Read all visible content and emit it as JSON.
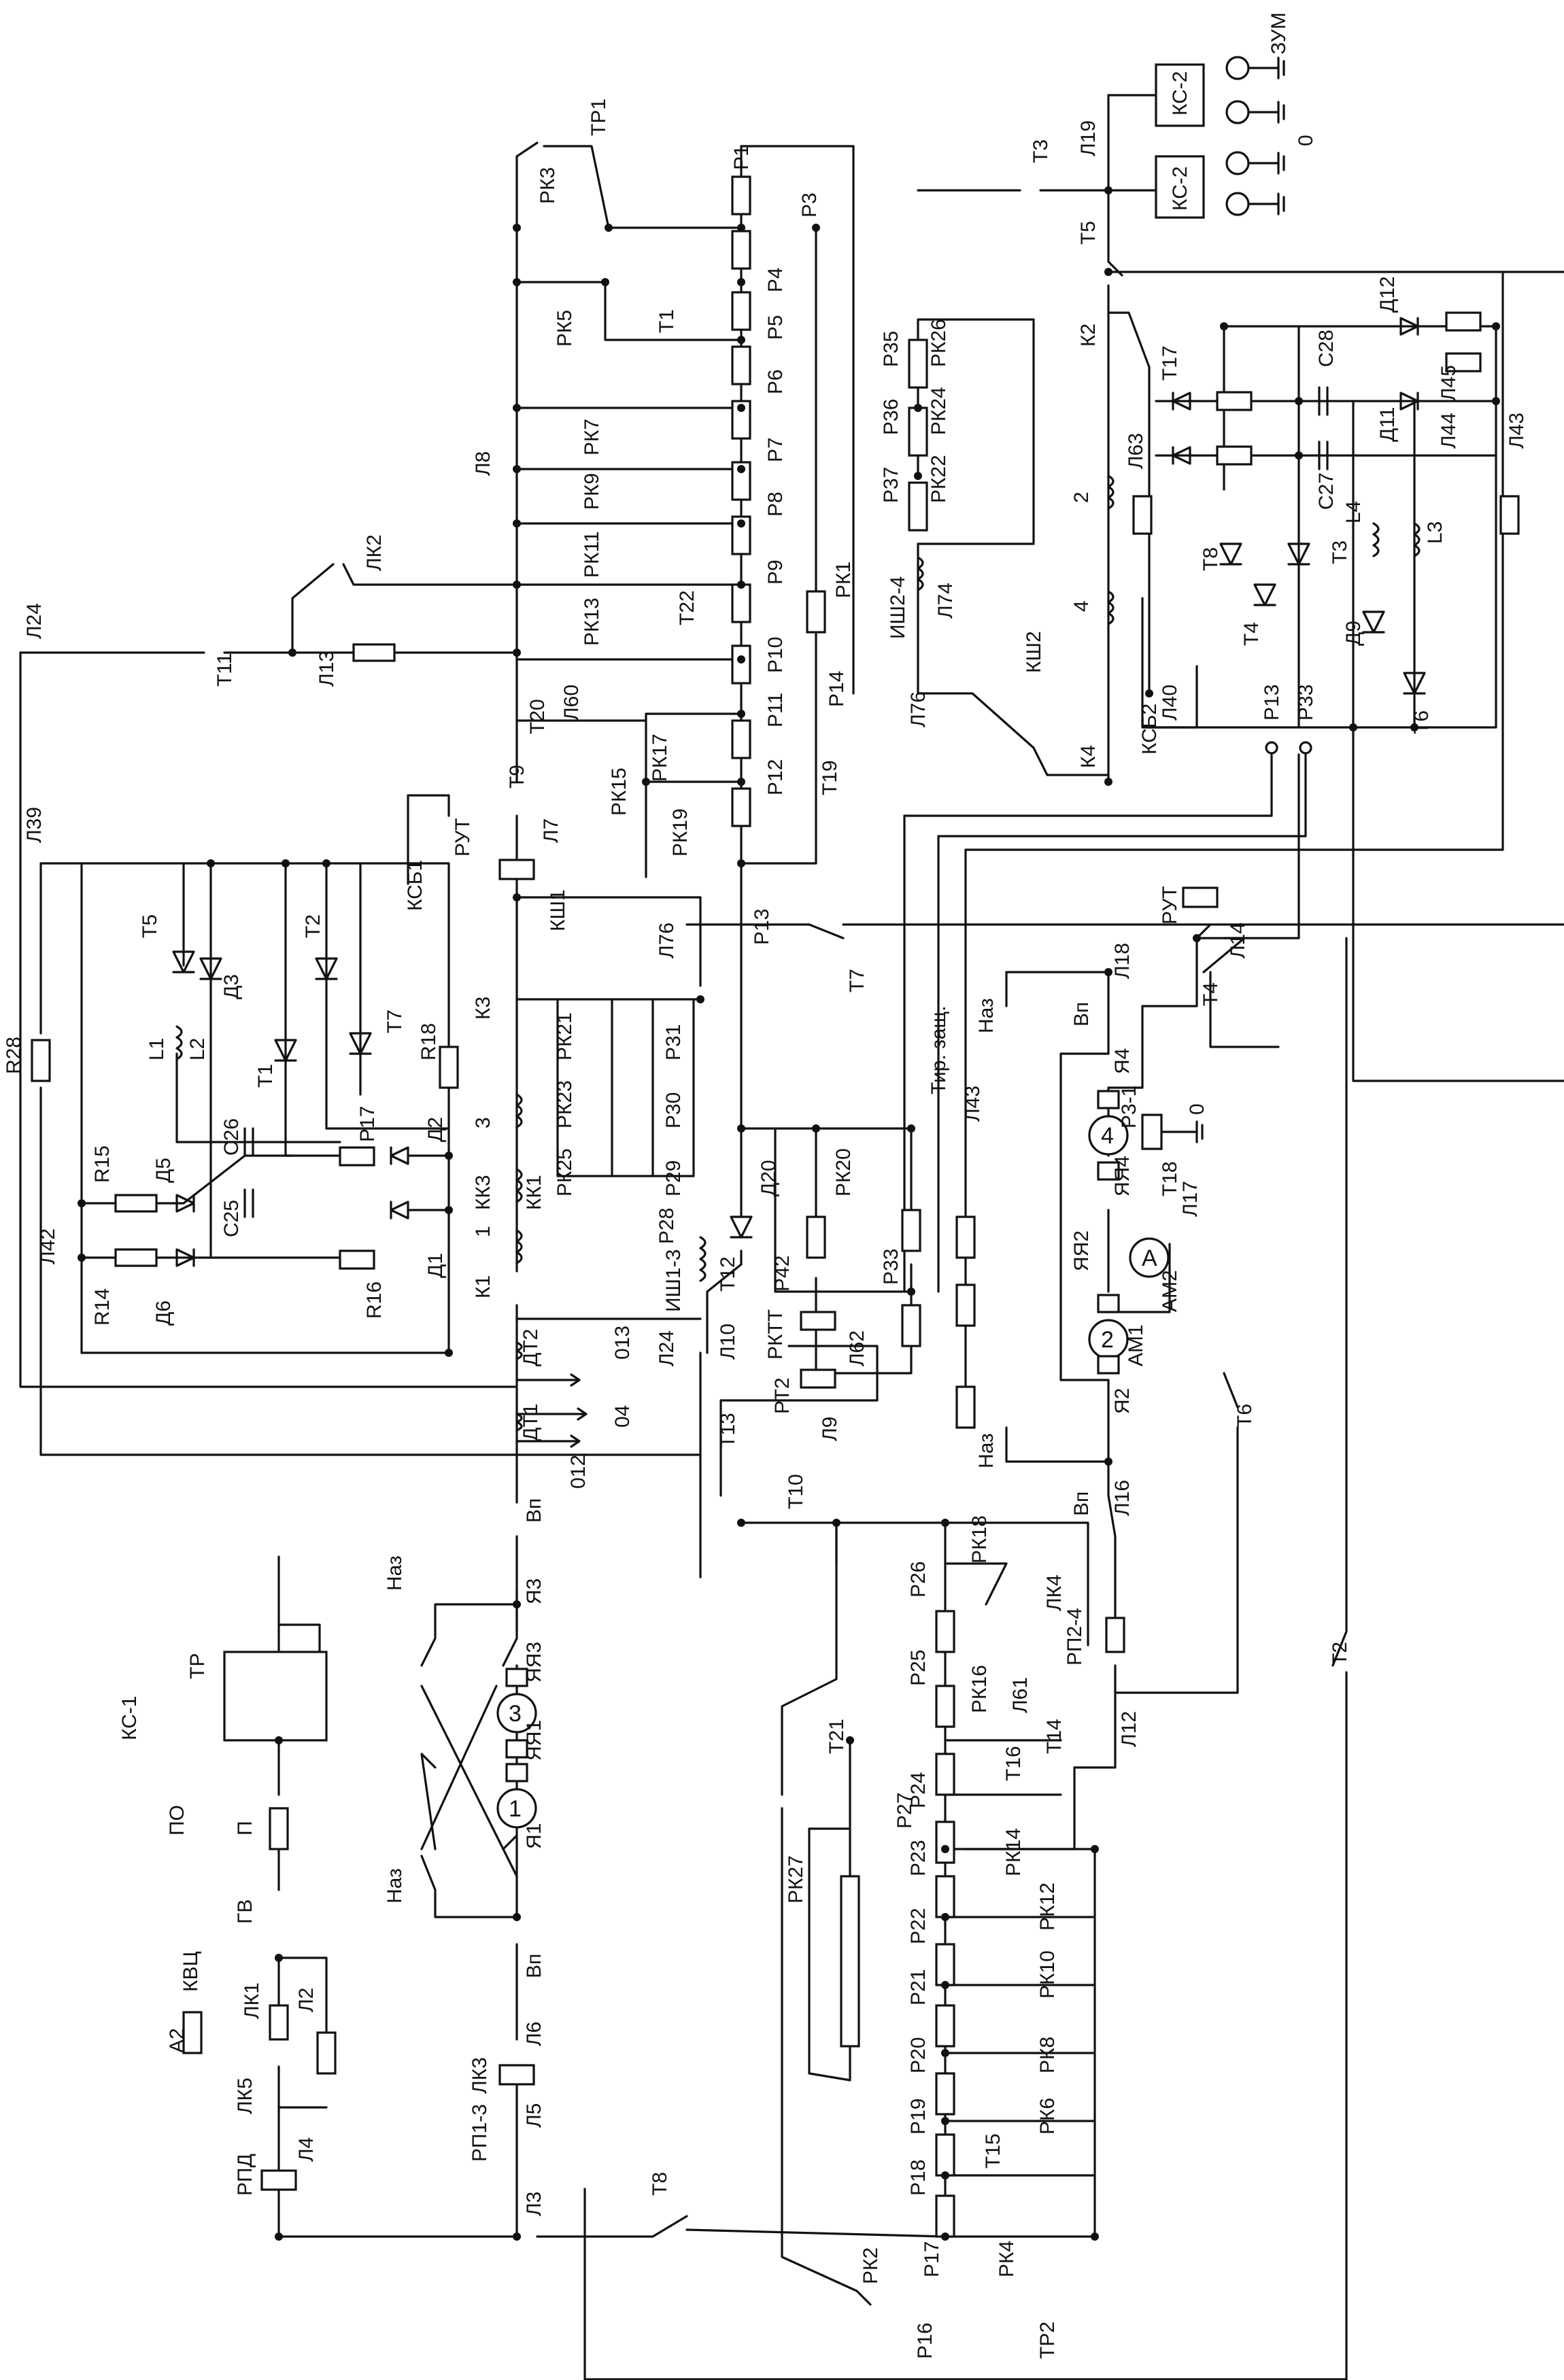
{
  "labels": {
    "ksc1": "КС-1",
    "tr_left": "ТР",
    "po": "ПО",
    "p": "П",
    "gv": "ГВ",
    "kvc": "КВЦ",
    "a2": "А2",
    "lk1": "ЛК1",
    "l2": "Л2",
    "lk5": "ЛК5",
    "rpd": "РПД",
    "l4": "Л4",
    "nas1": "Наз",
    "nas2": "Наз",
    "vp1": "Вп",
    "vp2": "Вп",
    "ya1": "Я1",
    "ya3": "Я3",
    "yay1": "ЯЯ1",
    "yay3": "ЯЯ3",
    "l6": "Л6",
    "lk3": "ЛК3",
    "l5": "Л5",
    "rp13": "РП1-3",
    "l3": "Л3",
    "t8": "Т8",
    "o12": "012",
    "dt1": "ДТ1",
    "o4": "04",
    "dt2": "ДТ2",
    "o13": "013",
    "l24b": "Л24",
    "k1": "К1",
    "one": "1",
    "kk1": "КК1",
    "kk3": "КК3",
    "three": "3",
    "k3": "К3",
    "ksb1": "КСБ1",
    "rut1": "РУТ",
    "ksh1": "КШ1",
    "l7": "Л7",
    "t9": "Т9",
    "t20": "Т20",
    "l60": "Л60",
    "l8": "Л8",
    "l13": "Л13",
    "t11": "Т11",
    "lk2": "ЛК2",
    "l24": "Л24",
    "l39": "Л39",
    "r28": "R28",
    "l42": "Л42",
    "r14": "R14",
    "d6": "Д6",
    "r15": "R15",
    "d5": "Д5",
    "c25": "C25",
    "c26": "C26",
    "l1": "L1",
    "l2c": "L2",
    "t5": "Т5",
    "d3": "Д3",
    "t1": "Т1",
    "t2": "Т2",
    "t7": "Т7",
    "r16": "R16",
    "r17": "Р17",
    "d1": "Д1",
    "d2": "Д2",
    "r18": "R18",
    "rk3": "РК3",
    "tr1": "ТР1",
    "rk5": "РК5",
    "rk7": "РК7",
    "rk9": "РК9",
    "rk11": "РК11",
    "rk13": "РК13",
    "rk15": "РК15",
    "rk17": "РК17",
    "rk19": "РК19",
    "t22": "Т22",
    "tt1": "Т1",
    "r1": "Р1",
    "r3": "Р3",
    "r4": "Р4",
    "r5": "Р5",
    "r6": "Р6",
    "r7": "Р7",
    "r8": "Р8",
    "r9": "Р9",
    "r10": "Р10",
    "r11": "Р11",
    "r12": "Р12",
    "r13": "Р13",
    "r14b": "Р14",
    "rk1": "РК1",
    "t19": "Т19",
    "l76": "Л76",
    "rk21": "РК21",
    "rk23": "РК23",
    "rk25": "РК25",
    "r31": "Р31",
    "r30": "Р30",
    "r29": "Р29",
    "ish13": "ИШ1-3",
    "r28b": "Р28",
    "d20": "Д20",
    "rk20": "РК20",
    "t12": "Т12",
    "l10": "Л10",
    "rktt": "РКТТ",
    "r42": "Р42",
    "r33": "Р33",
    "l62": "Л62",
    "rt2": "РТ2",
    "l9": "Л9",
    "t13": "Т13",
    "t10": "Т10",
    "tir": "Тир. защ.",
    "l43": "Л43",
    "t7b": "Т7",
    "t3": "Т3",
    "l19": "Л19",
    "t5b": "Т5",
    "ks2a": "КС-2",
    "ks2b": "КС-2",
    "zum": "ЗУМ",
    "zero1": "0",
    "k2": "К2",
    "t17": "Т17",
    "l63": "Л63",
    "two": "2",
    "four": "4",
    "l40": "Л40",
    "k4": "К4",
    "ksb2": "КСБ2",
    "r35": "Р35",
    "rk26": "РК26",
    "r36": "Р36",
    "rk24": "РК24",
    "r37": "Р37",
    "rk22": "РК22",
    "ish24": "ИШ2-4",
    "l74": "Л74",
    "ksh2": "КШ2",
    "l76b": "Л76",
    "c28": "C28",
    "c27": "C27",
    "d12": "Д12",
    "l45": "Л45",
    "d11": "Д11",
    "l44": "Л44",
    "l43b": "Л43",
    "t8b": "Т8",
    "t3b": "Т3",
    "l4c": "L4",
    "l3c": "L3",
    "t4b": "Т4",
    "d9": "Д9",
    "t6b": "Т6",
    "r13b": "Р13",
    "r33b": "Р33",
    "rut2": "РУТ",
    "l18": "Л18",
    "t4": "Т4",
    "l14": "Л14",
    "vp3": "Вп",
    "nas3": "Наз",
    "ya4": "Я4",
    "yay4": "ЯЯ4",
    "m4": "4",
    "r31b": "Р3-1",
    "t18": "Т18",
    "l17": "Л17",
    "zero2": "0",
    "am2": "АМ2",
    "a": "А",
    "yay2": "ЯЯ2",
    "am1": "АМ1",
    "m2": "2",
    "ya2": "Я2",
    "vp4": "Вп",
    "nas4": "Наз",
    "l16": "Л16",
    "t6": "Т6",
    "lk4": "ЛК4",
    "rp24": "РП2-4",
    "l12": "Л12",
    "t2b": "Т2",
    "rk18": "РК18",
    "r26": "Р26",
    "r25": "Р25",
    "rk16": "РК16",
    "l61": "Л61",
    "t14": "Т14",
    "t16": "Т16",
    "t21": "Т21",
    "r27": "Р27",
    "rk27": "РК27",
    "r24": "Р24",
    "rk14": "РК14",
    "r23": "Р23",
    "rk12": "РК12",
    "r22": "Р22",
    "rk10": "РК10",
    "r21": "Р21",
    "r20": "Р20",
    "rk8": "РК8",
    "r19": "Р19",
    "rk6": "РК6",
    "t15": "Т15",
    "r18b": "Р18",
    "rk2": "РК2",
    "rk4": "РК4",
    "r16b": "Р16",
    "tr2": "ТР2",
    "m1": "1",
    "m3": "3"
  }
}
